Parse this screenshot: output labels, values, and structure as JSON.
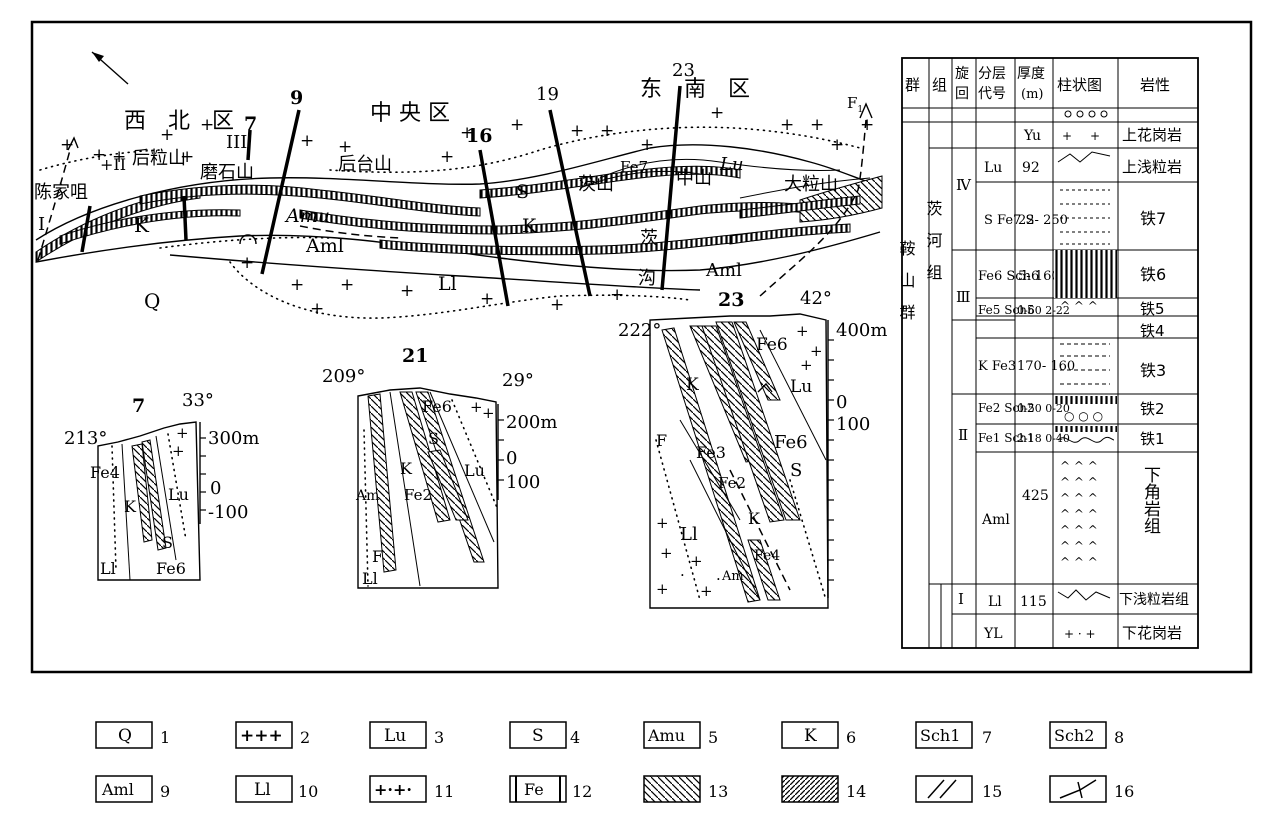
{
  "map": {
    "region_nw": "西　北　区",
    "region_center": "中 央 区",
    "region_se": "东　南　区",
    "fault_f1": "F",
    "fault_f1_sub": "1",
    "places": [
      {
        "id": "chenjiaju",
        "text": "陈家咀"
      },
      {
        "id": "houlishan",
        "text": "后粒山"
      },
      {
        "id": "moshishan",
        "text": "磨石山"
      },
      {
        "id": "houtaishan",
        "text": "后台山"
      },
      {
        "id": "tiaoshan",
        "text": "茨山"
      },
      {
        "id": "zhongshan",
        "text": "中山"
      },
      {
        "id": "dalishan",
        "text": "大粒山"
      },
      {
        "id": "tiao2",
        "text": "茨"
      },
      {
        "id": "gou",
        "text": "沟"
      }
    ],
    "units": [
      {
        "id": "Q",
        "text": "Q"
      },
      {
        "id": "K",
        "text": "K"
      },
      {
        "id": "Amu",
        "text": "Amu"
      },
      {
        "id": "Aml",
        "text": "Aml"
      },
      {
        "id": "L1",
        "text": "Ll"
      },
      {
        "id": "S",
        "text": "S"
      },
      {
        "id": "K2",
        "text": "K"
      },
      {
        "id": "Fe7",
        "text": "Fe7"
      },
      {
        "id": "Lu",
        "text": "Lu"
      },
      {
        "id": "Aml2",
        "text": "Aml"
      }
    ],
    "zones": [
      "I",
      "II",
      "III"
    ],
    "section_numbers": [
      "9",
      "7",
      "16",
      "19",
      "23"
    ]
  },
  "sections": {
    "s7": {
      "number": "7",
      "az_left": "213°",
      "az_right": "33°",
      "scale": [
        "300m",
        "0",
        "-100"
      ],
      "labels": [
        "Fe4",
        "K",
        "Lu",
        "S",
        "Ll",
        "Fe6"
      ]
    },
    "s21": {
      "number": "21",
      "az_left": "209°",
      "az_right": "29°",
      "scale": [
        "200m",
        "0",
        "100"
      ],
      "labels": [
        "Fe6",
        "S",
        "K",
        "Lu",
        "Am",
        "Fe2",
        "F",
        "Ll"
      ]
    },
    "s23": {
      "number": "23",
      "az_left": "222°",
      "az_right": "42°",
      "scale": [
        "400m",
        "0",
        "100"
      ],
      "labels": [
        "Fe6",
        "K",
        "Lu",
        "F",
        "Fe3",
        "Fe6",
        "S",
        "Fe2",
        "Ll",
        "K",
        "Fe4",
        "Am"
      ]
    }
  },
  "column": {
    "headers": [
      "群",
      "组",
      "旋回",
      "分层代号",
      "厚度(m)",
      "柱状图",
      "岩性"
    ],
    "group": "鞍　山　群",
    "formation_upper": "茨　河　组",
    "cycles": [
      "Ⅳ",
      "Ⅲ",
      "Ⅱ",
      "Ⅰ"
    ],
    "rows": [
      {
        "code": "Yu",
        "thickness": "",
        "rock": "上花岗岩"
      },
      {
        "code": "Lu",
        "thickness": "92",
        "rock": "上浅粒岩"
      },
      {
        "code": "S Fe7 S",
        "thickness": "22- 250",
        "rock": "铁7"
      },
      {
        "code": "Fe6 Sch6",
        "thickness": "5- 160",
        "rock": "铁6"
      },
      {
        "code": "Fe5 Sch5",
        "thickness": "0-60 2-22",
        "rock": "铁5"
      },
      {
        "code": "",
        "thickness": "",
        "rock": "铁4"
      },
      {
        "code": "K Fe3",
        "thickness": "170- 160",
        "rock": "铁3"
      },
      {
        "code": "Fe2 Sch2",
        "thickness": "0-50 0-20",
        "rock": "铁2"
      },
      {
        "code": "Fe1 Sch1",
        "thickness": "2-18 0-40",
        "rock": "铁1"
      },
      {
        "code": "Aml",
        "thickness": "425",
        "rock": "下角岩组"
      },
      {
        "code": "Ll",
        "thickness": "115",
        "rock": "下浅粒岩组"
      },
      {
        "code": "YL",
        "thickness": "",
        "rock": "下花岗岩"
      }
    ]
  },
  "legend": [
    {
      "symbol": "Q",
      "num": "1"
    },
    {
      "symbol": "+++",
      "num": "2"
    },
    {
      "symbol": "Lu",
      "num": "3"
    },
    {
      "symbol": "S",
      "num": "4"
    },
    {
      "symbol": "Amu",
      "num": "5"
    },
    {
      "symbol": "K",
      "num": "6"
    },
    {
      "symbol": "Sch1",
      "num": "7"
    },
    {
      "symbol": "Sch2",
      "num": "8"
    },
    {
      "symbol": "Aml",
      "num": "9"
    },
    {
      "symbol": "Ll",
      "num": "10"
    },
    {
      "symbol": "+·+·",
      "num": "11"
    },
    {
      "symbol": "Fe",
      "num": "12"
    },
    {
      "symbol": "",
      "num": "13"
    },
    {
      "symbol": "",
      "num": "14"
    },
    {
      "symbol": "",
      "num": "15"
    },
    {
      "symbol": "",
      "num": "16"
    }
  ]
}
